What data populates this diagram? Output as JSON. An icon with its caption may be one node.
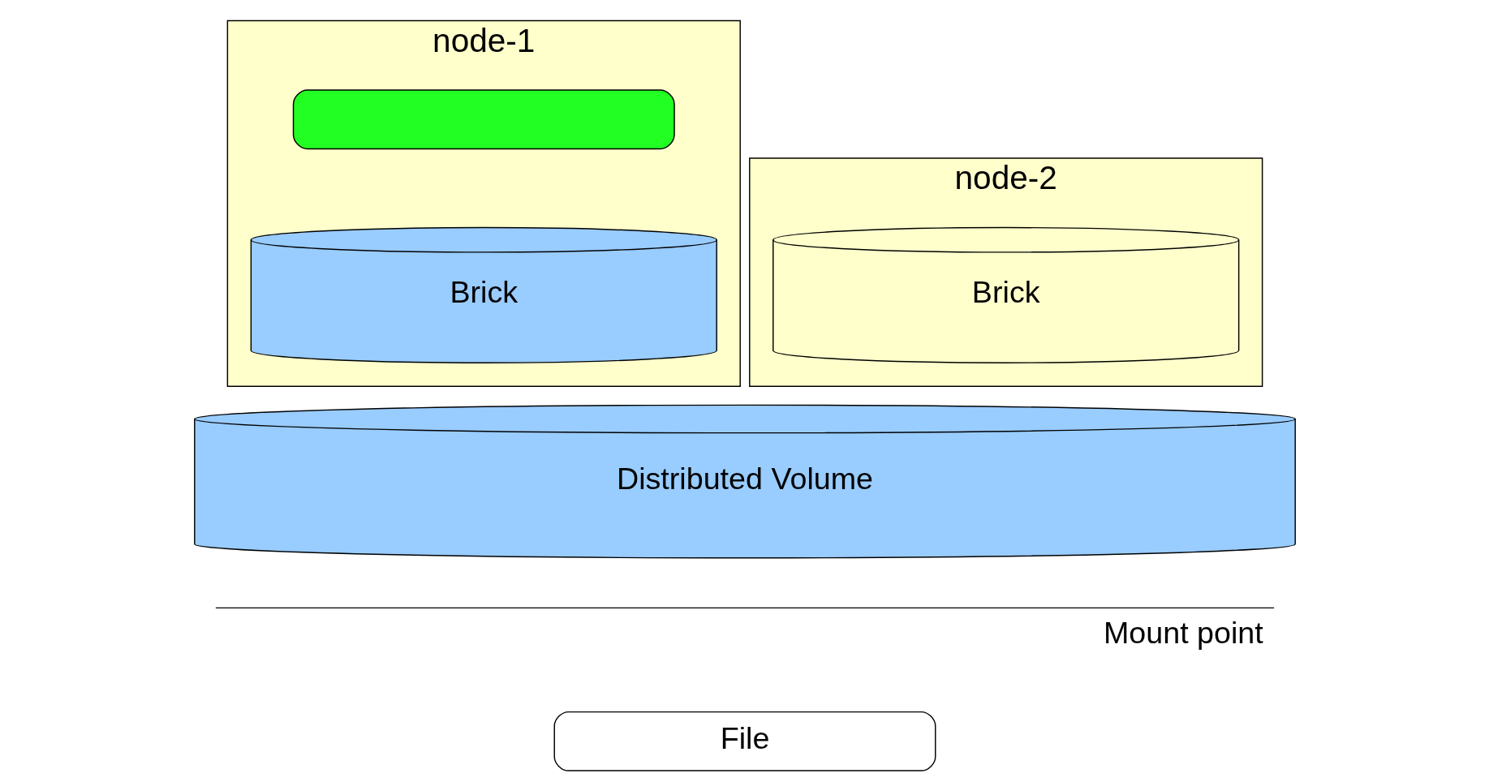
{
  "diagram": {
    "nodes": [
      {
        "text": [
          "node-1"
        ]
      },
      {
        "text": [],
        "shape": "box",
        "in": 0
      },
      {
        "text": [
          "Brick"
        ],
        "in": 0
      },
      {
        "text": [
          "node-2"
        ]
      },
      {
        "text": [
          "Brick"
        ],
        "in": 3
      },
      {
        "text": [
          "Distributed Volume"
        ]
      },
      {
        "text": [
          "File"
        ]
      }
    ],
    "edges": [],
    "labels": [
      "Mount point"
    ]
  }
}
